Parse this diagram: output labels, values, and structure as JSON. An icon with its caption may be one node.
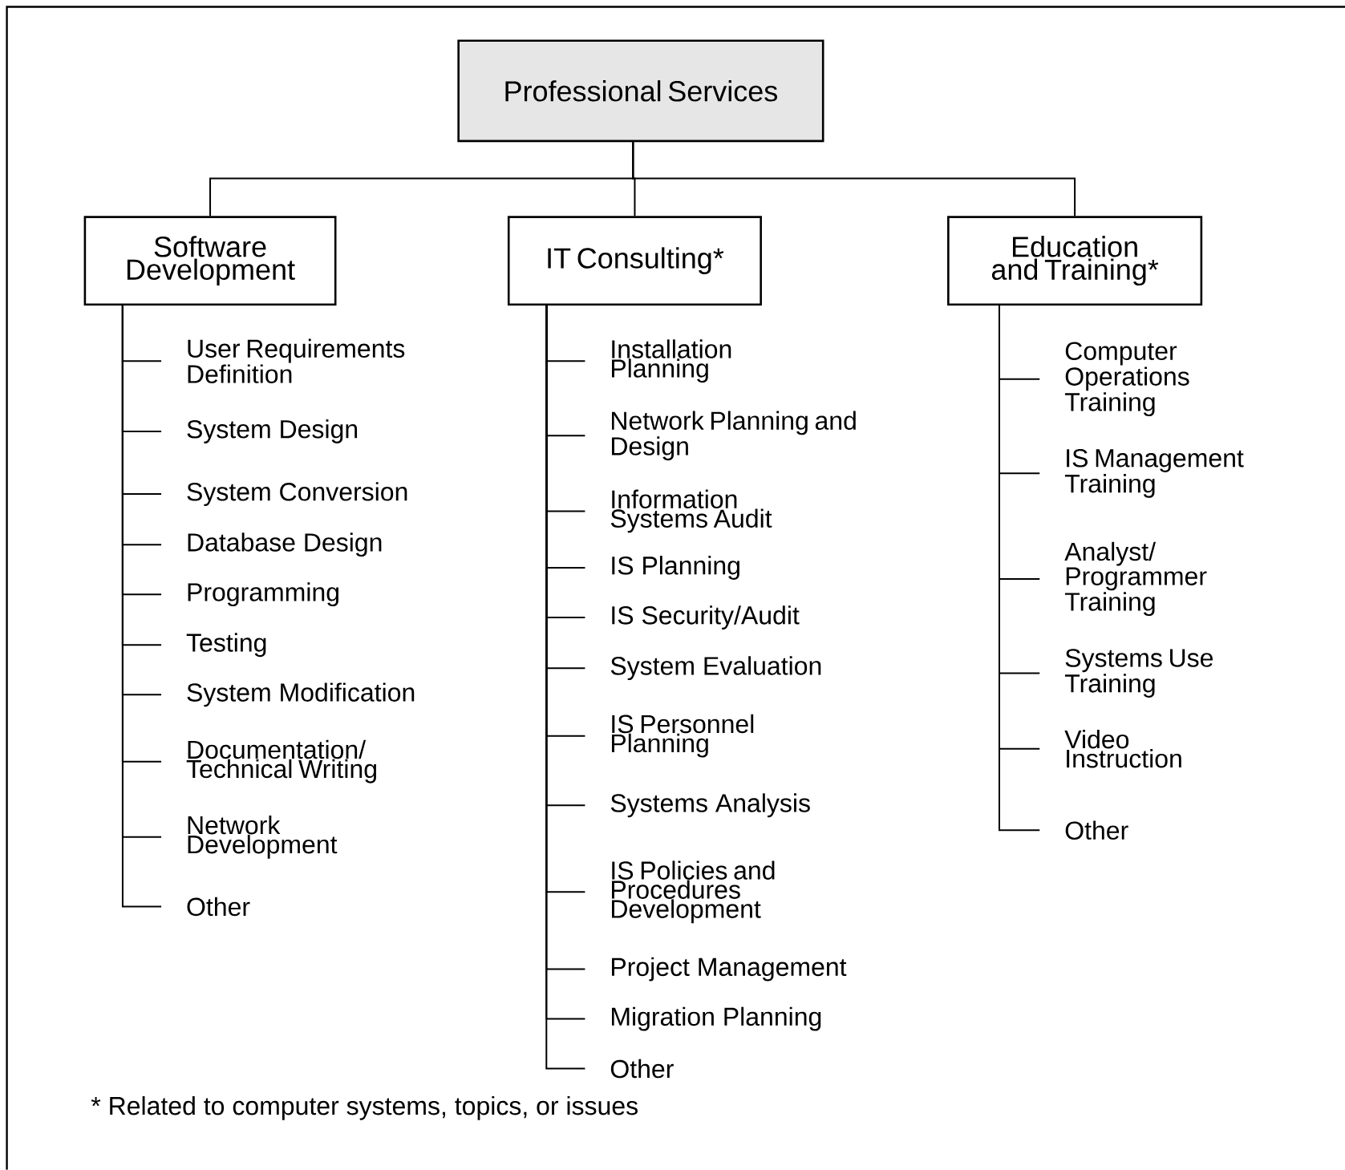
{
  "diagram": {
    "nodes": [
      {
        "text": [
          "Professional Services"
        ]
      },
      {
        "text": [
          "Software Development"
        ]
      },
      {
        "text": [
          "IT Consulting*"
        ]
      },
      {
        "text": [
          "Education and Training*"
        ]
      },
      {
        "text": [
          "User Requirements Definition"
        ]
      },
      {
        "text": [
          "System Design"
        ]
      },
      {
        "text": [
          "System Conversion"
        ]
      },
      {
        "text": [
          "Database Design"
        ]
      },
      {
        "text": [
          "Programming"
        ]
      },
      {
        "text": [
          "Testing"
        ]
      },
      {
        "text": [
          "System Modification"
        ]
      },
      {
        "text": [
          "Documentation/ Technical Writing"
        ]
      },
      {
        "text": [
          "Network Development"
        ]
      },
      {
        "text": [
          "Other"
        ]
      },
      {
        "text": [
          "Installation Planning"
        ]
      },
      {
        "text": [
          "Network Planning and Design"
        ]
      },
      {
        "text": [
          "Information Systems Audit"
        ]
      },
      {
        "text": [
          "IS Planning"
        ]
      },
      {
        "text": [
          "IS Security/Audit"
        ]
      },
      {
        "text": [
          "System Evaluation"
        ]
      },
      {
        "text": [
          "IS Personnel Planning"
        ]
      },
      {
        "text": [
          "Systems Analysis"
        ]
      },
      {
        "text": [
          "IS Policies and Procedures Development"
        ]
      },
      {
        "text": [
          "Project Management"
        ]
      },
      {
        "text": [
          "Migration Planning"
        ]
      },
      {
        "text": [
          "Other"
        ]
      },
      {
        "text": [
          "Computer Operations Training"
        ]
      },
      {
        "text": [
          "IS Management Training"
        ]
      },
      {
        "text": [
          "Analyst/ Programmer Training"
        ]
      },
      {
        "text": [
          "Systems Use Training"
        ]
      },
      {
        "text": [
          "Video Instruction"
        ]
      },
      {
        "text": [
          "Other"
        ]
      }
    ],
    "edges": [
      {
        "from": 0,
        "to": 1,
        "arrow": "none"
      },
      {
        "from": 0,
        "to": 2,
        "arrow": "none"
      },
      {
        "from": 0,
        "to": 3,
        "arrow": "none"
      },
      {
        "from": 1,
        "to": 4,
        "arrow": "none"
      },
      {
        "from": 1,
        "to": 5,
        "arrow": "none"
      },
      {
        "from": 1,
        "to": 6,
        "arrow": "none"
      },
      {
        "from": 1,
        "to": 7,
        "arrow": "none"
      },
      {
        "from": 1,
        "to": 8,
        "arrow": "none"
      },
      {
        "from": 1,
        "to": 9,
        "arrow": "none"
      },
      {
        "from": 1,
        "to": 10,
        "arrow": "none"
      },
      {
        "from": 1,
        "to": 11,
        "arrow": "none"
      },
      {
        "from": 1,
        "to": 12,
        "arrow": "none"
      },
      {
        "from": 1,
        "to": 13,
        "arrow": "none"
      },
      {
        "from": 2,
        "to": 14,
        "arrow": "none"
      },
      {
        "from": 2,
        "to": 15,
        "arrow": "none"
      },
      {
        "from": 2,
        "to": 16,
        "arrow": "none"
      },
      {
        "from": 2,
        "to": 17,
        "arrow": "none"
      },
      {
        "from": 2,
        "to": 18,
        "arrow": "none"
      },
      {
        "from": 2,
        "to": 19,
        "arrow": "none"
      },
      {
        "from": 2,
        "to": 20,
        "arrow": "none"
      },
      {
        "from": 2,
        "to": 21,
        "arrow": "none"
      },
      {
        "from": 2,
        "to": 22,
        "arrow": "none"
      },
      {
        "from": 2,
        "to": 23,
        "arrow": "none"
      },
      {
        "from": 2,
        "to": 24,
        "arrow": "none"
      },
      {
        "from": 2,
        "to": 25,
        "arrow": "none"
      },
      {
        "from": 3,
        "to": 26,
        "arrow": "none"
      },
      {
        "from": 3,
        "to": 27,
        "arrow": "none"
      },
      {
        "from": 3,
        "to": 28,
        "arrow": "none"
      },
      {
        "from": 3,
        "to": 29,
        "arrow": "none"
      },
      {
        "from": 3,
        "to": 30,
        "arrow": "none"
      },
      {
        "from": 3,
        "to": 31,
        "arrow": "none"
      }
    ],
    "labels": [
      "* Related to computer systems, topics, or issues"
    ]
  }
}
